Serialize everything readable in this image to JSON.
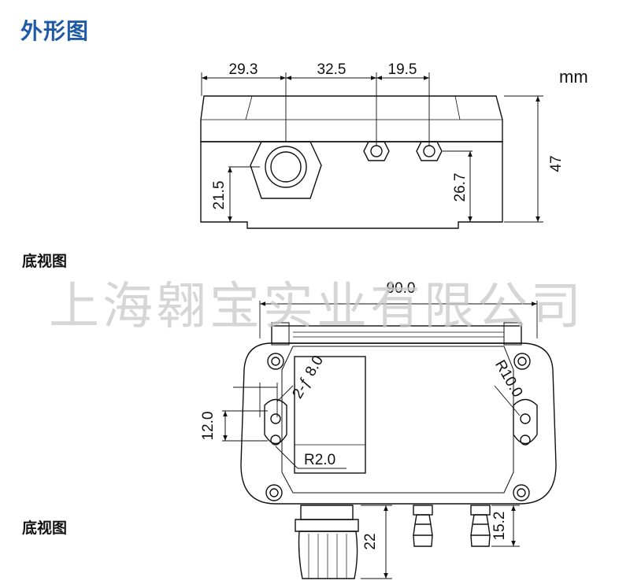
{
  "title": "外形图",
  "unit": "mm",
  "sections": {
    "bottom_view_1": "底视图",
    "bottom_view_2": "底视图"
  },
  "watermark": "上海翱宝实业有限公司",
  "side_view": {
    "dims": {
      "d1": "29.3",
      "d2": "32.5",
      "d3": "19.5",
      "height": "47",
      "gland_h": "21.5",
      "port_h": "26.7"
    }
  },
  "bottom_view": {
    "dims": {
      "width": "90.0",
      "hole": "2-ƒ 8.0",
      "slot": "12.0",
      "r_small": "R2.0",
      "r_large": "R10.0",
      "gland_len": "22",
      "port_len": "15.2"
    }
  }
}
